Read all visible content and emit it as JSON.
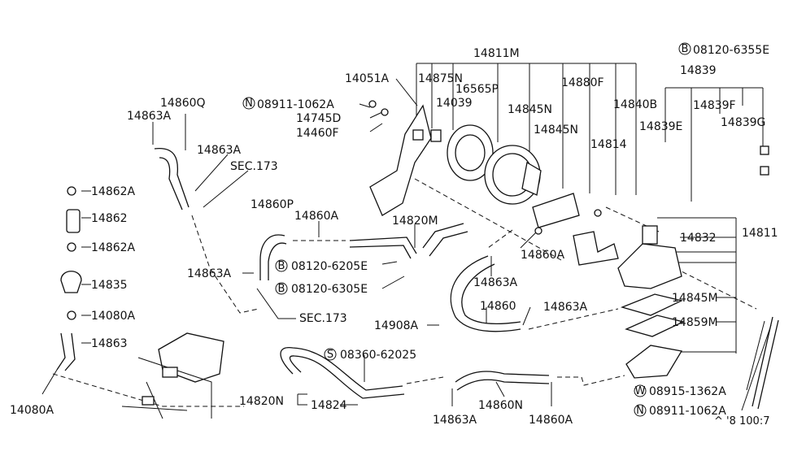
{
  "labels": {
    "p14811M": "14811M",
    "p08120_6355E": "08120-6355E",
    "p14051A": "14051A",
    "p14875N": "14875N",
    "p16565P": "16565P",
    "p14880F": "14880F",
    "p14839": "14839",
    "p14860Q": "14860Q",
    "p08911_1062A_top": "08911-1062A",
    "p14039": "14039",
    "p14840B": "14840B",
    "p14839F": "14839F",
    "p14863A_1": "14863A",
    "p14745D": "14745D",
    "p14845N_1": "14845N",
    "p14839G": "14839G",
    "p14460F": "14460F",
    "p14845N_2": "14845N",
    "p14839E": "14839E",
    "p14863A_2": "14863A",
    "p14814": "14814",
    "p14862A_1": "14862A",
    "pSEC173_1": "SEC.173",
    "p14862": "14862",
    "p14860P": "14860P",
    "p14860A_1": "14860A",
    "p14820M": "14820M",
    "p14862A_2": "14862A",
    "p14832": "14832",
    "p14811": "14811",
    "p14863A_3": "14863A",
    "p08120_6205E": "08120-6205E",
    "p14860A_2": "14860A",
    "p14835": "14835",
    "p08120_6305E": "08120-6305E",
    "p14863A_4": "14863A",
    "p14845M": "14845M",
    "p14080A_1": "14080A",
    "pSEC173_2": "SEC.173",
    "p14860": "14860",
    "p14863A_5": "14863A",
    "p14908A": "14908A",
    "p14859M": "14859M",
    "p14863": "14863",
    "p08360_62025": "08360-62025",
    "p14820N": "14820N",
    "p14824": "14824",
    "p14860N": "14860N",
    "p08915_1362A": "08915-1362A",
    "p14080A_2": "14080A",
    "p14863A_6": "14863A",
    "p14860A_3": "14860A",
    "p08911_1062A_bot": "08911-1062A",
    "footer_code": "^ '8 100:7"
  },
  "prefixes": {
    "bolt": "B",
    "nut": "N",
    "screw": "S",
    "washer": "W"
  },
  "colors": {
    "ink": "#111111",
    "paper": "#ffffff"
  }
}
